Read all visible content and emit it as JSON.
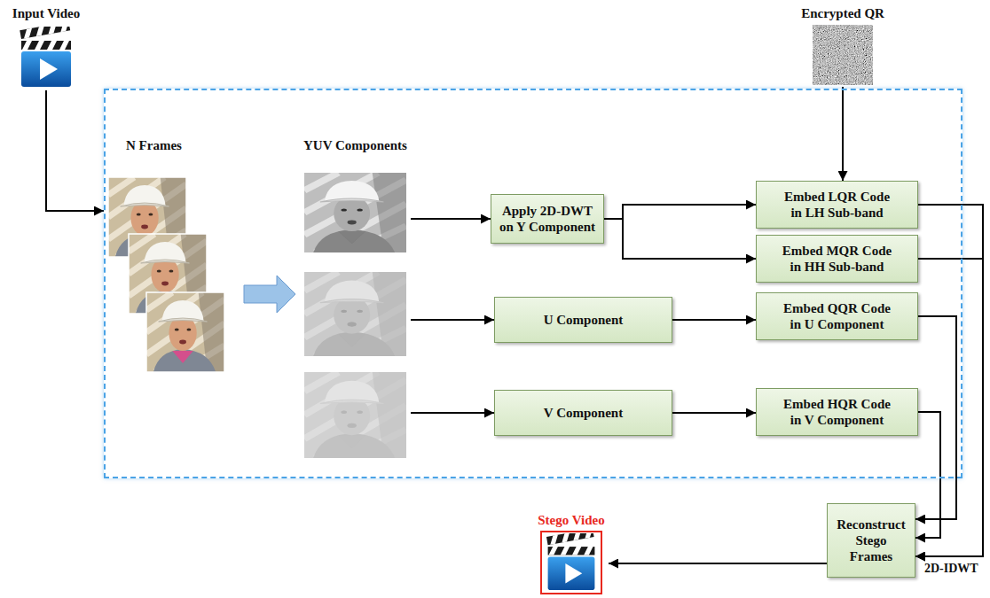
{
  "diagram": {
    "nodes": [
      {
        "text": [
          "Input Video"
        ]
      },
      {
        "text": [
          "Encrypted QR"
        ]
      },
      {
        "text": [
          "N Frames",
          "YUV Components"
        ]
      },
      {
        "text": [
          "Apply 2D-DWT on Y Component"
        ],
        "in": 2
      },
      {
        "text": [
          "Embed LQR Code in LH Sub-band"
        ],
        "in": 2
      },
      {
        "text": [
          "Embed MQR Code in HH Sub-band"
        ],
        "in": 2
      },
      {
        "text": [
          "U Component"
        ],
        "in": 2
      },
      {
        "text": [
          "Embed QQR Code in U Component"
        ],
        "in": 2
      },
      {
        "text": [
          "V Component"
        ],
        "in": 2
      },
      {
        "text": [
          "Embed HQR Code in V Component"
        ],
        "in": 2
      },
      {
        "text": [
          "Stego Video"
        ]
      },
      {
        "text": [
          "Reconstruct Stego Frames"
        ]
      }
    ],
    "edges": [
      {
        "from": 0,
        "to": 2,
        "arrow": "to"
      },
      {
        "from": 1,
        "to": 4,
        "arrow": "to"
      },
      {
        "from": 3,
        "to": 4,
        "arrow": "to"
      },
      {
        "from": 3,
        "to": 5,
        "arrow": "to"
      },
      {
        "from": 4,
        "to": 11,
        "label": "2D-IDWT",
        "arrow": "to"
      },
      {
        "from": 5,
        "to": 11,
        "arrow": "to"
      },
      {
        "from": 6,
        "to": 7,
        "arrow": "to"
      },
      {
        "from": 8,
        "to": 9,
        "arrow": "to"
      },
      {
        "from": 7,
        "to": 11,
        "arrow": "to"
      },
      {
        "from": 9,
        "to": 11,
        "arrow": "to"
      },
      {
        "from": 11,
        "to": 10,
        "arrow": "to"
      }
    ]
  }
}
